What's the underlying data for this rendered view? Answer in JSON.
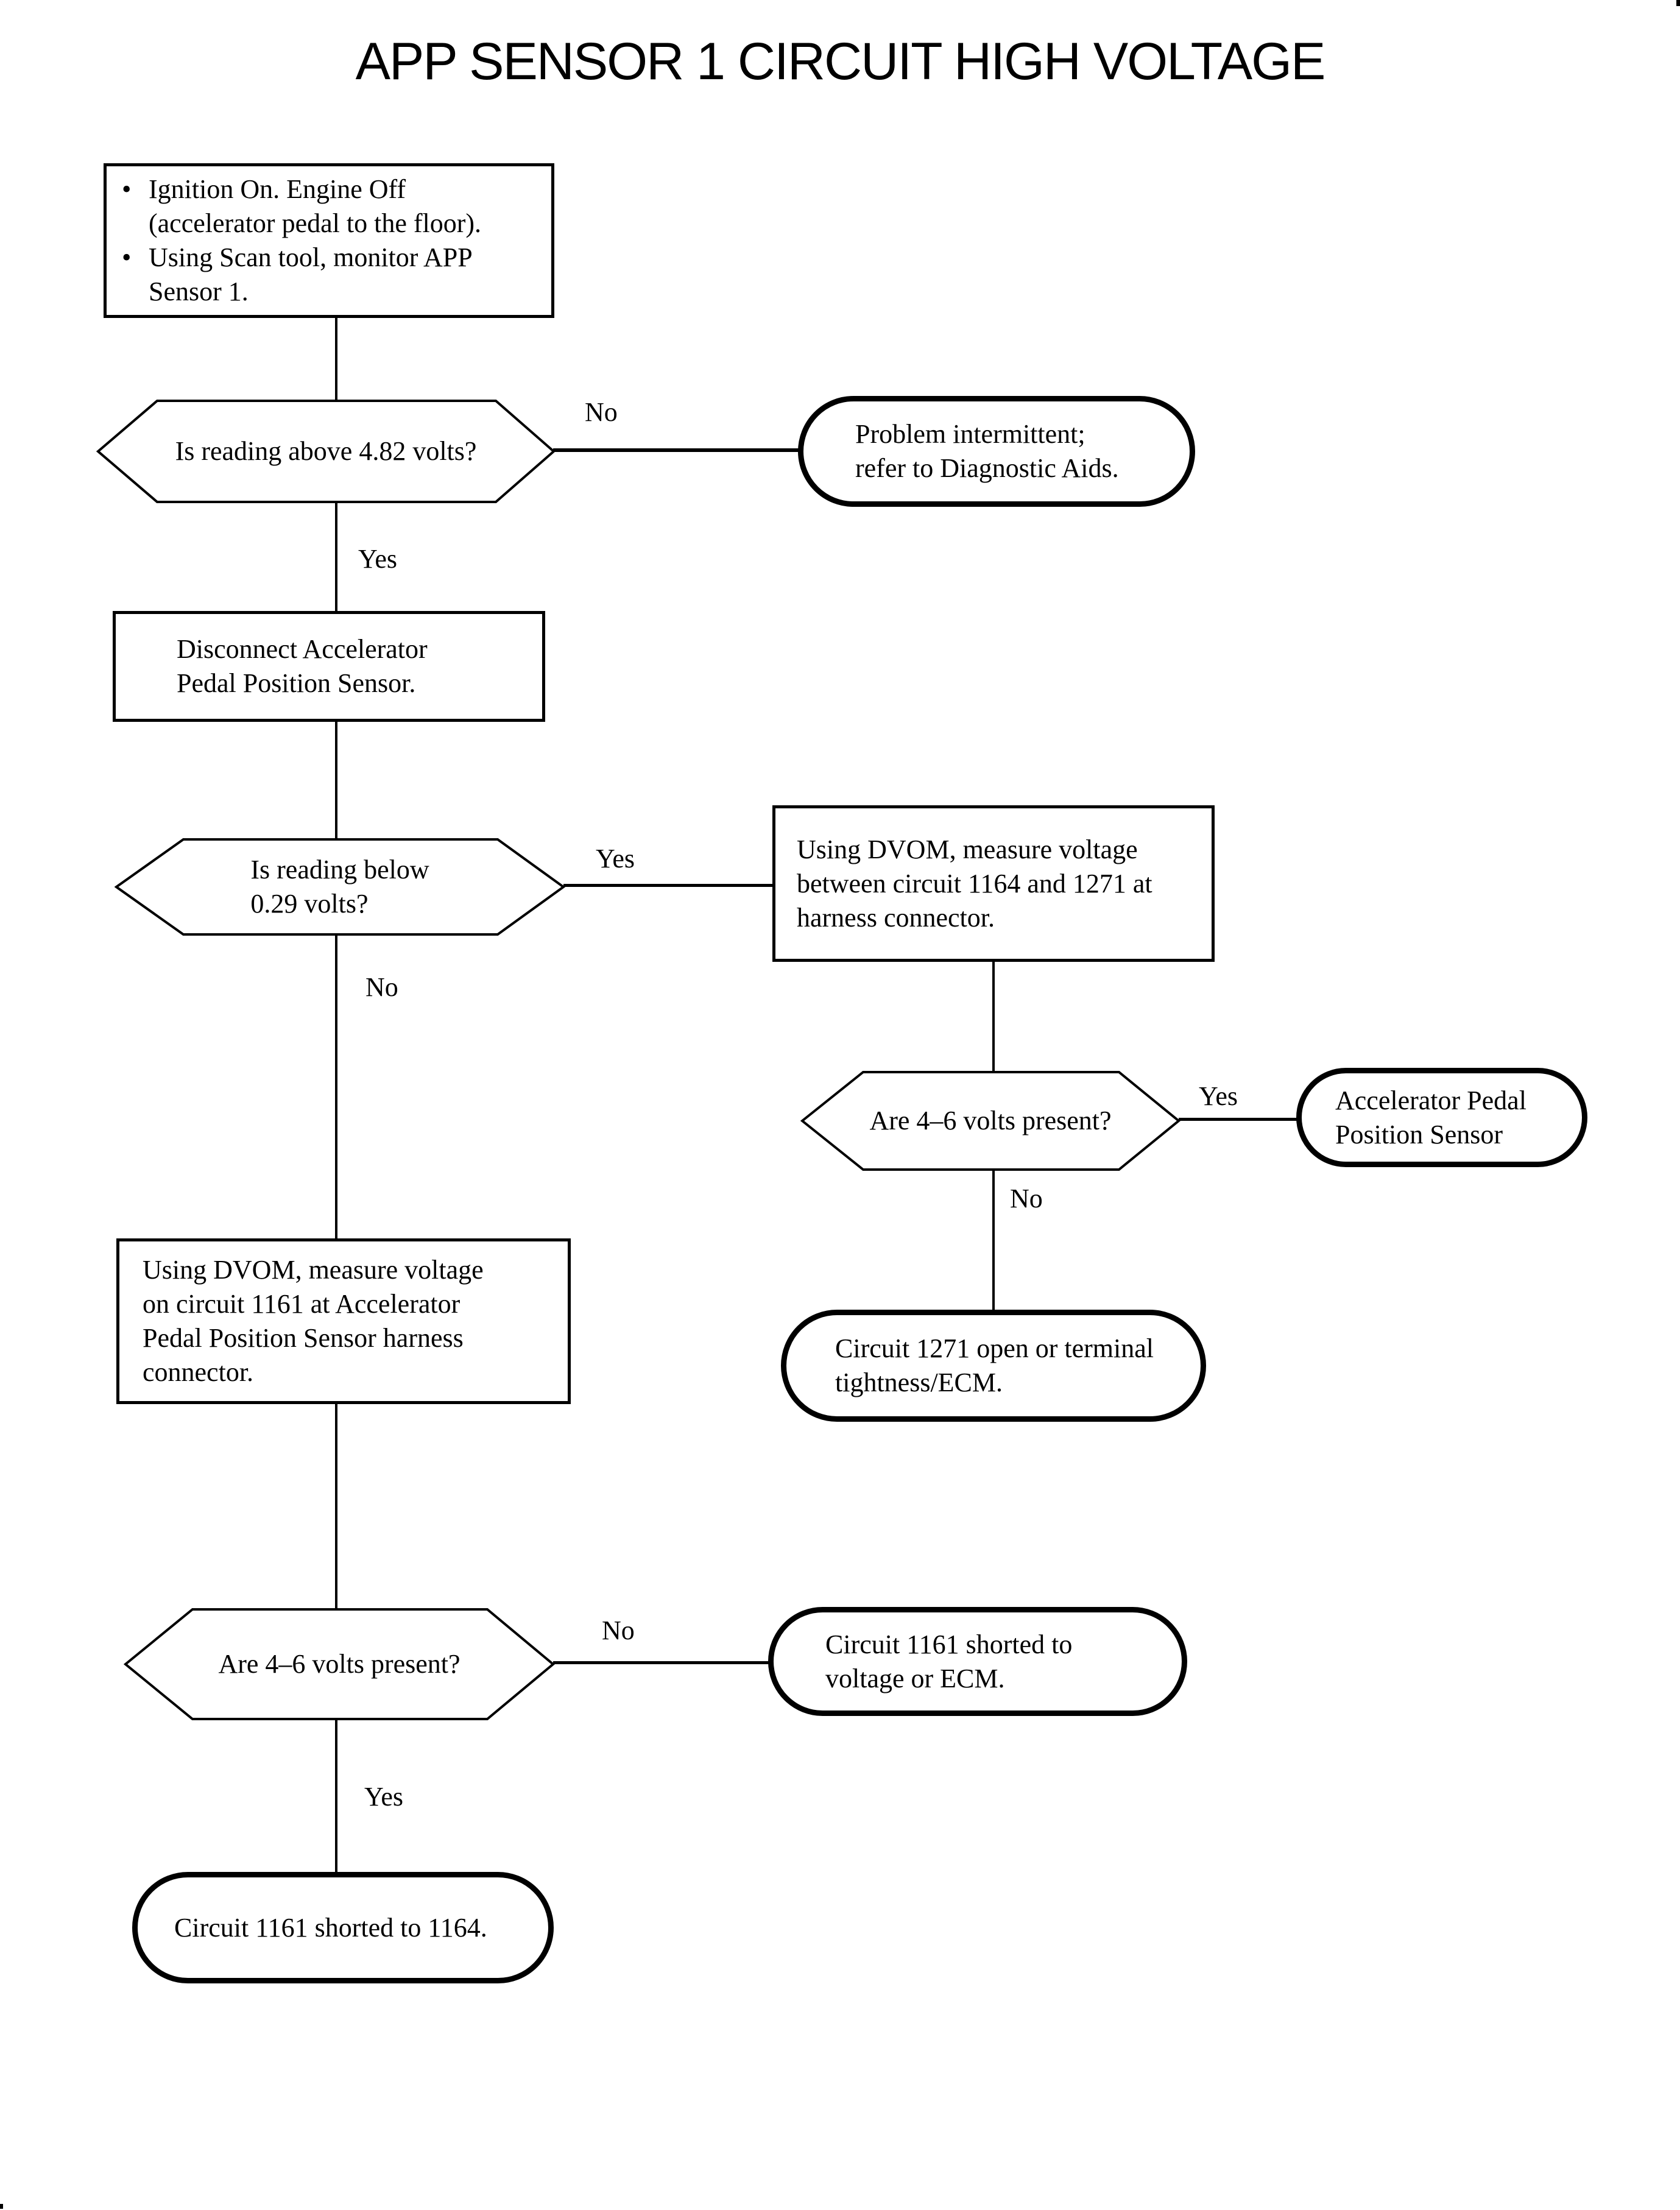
{
  "title": "APP SENSOR 1 CIRCUIT HIGH VOLTAGE",
  "flow": {
    "start": {
      "item1": "Ignition On. Engine Off\n(accelerator pedal to the floor).",
      "item2": "Using Scan tool, monitor APP\nSensor 1.",
      "bullet": "•"
    },
    "d1": {
      "q": "Is reading above 4.82 volts?"
    },
    "t1": {
      "text": "Problem intermittent;\nrefer to Diagnostic Aids."
    },
    "p2": {
      "text": "Disconnect Accelerator\nPedal Position Sensor."
    },
    "d2": {
      "q": "Is reading below\n0.29 volts?"
    },
    "p3": {
      "text": "Using DVOM, measure voltage\nbetween circuit 1164 and 1271 at\nharness connector."
    },
    "d3": {
      "q": "Are 4–6 volts present?"
    },
    "t2": {
      "text": "Accelerator Pedal\nPosition Sensor"
    },
    "t3": {
      "text": "Circuit 1271 open or terminal\ntightness/ECM."
    },
    "p4": {
      "text": "Using DVOM, measure voltage\non circuit 1161 at Accelerator\nPedal Position Sensor harness\nconnector."
    },
    "d4": {
      "q": "Are 4–6 volts present?"
    },
    "t4": {
      "text": "Circuit 1161 shorted to\nvoltage or ECM."
    },
    "t5": {
      "text": "Circuit 1161 shorted to 1164."
    }
  },
  "edges": {
    "d1_no": "No",
    "d1_yes": "Yes",
    "d2_yes": "Yes",
    "d2_no": "No",
    "d3_yes": "Yes",
    "d3_no": "No",
    "d4_no": "No",
    "d4_yes": "Yes"
  },
  "colors": {
    "ink": "#000000",
    "paper": "#ffffff"
  }
}
